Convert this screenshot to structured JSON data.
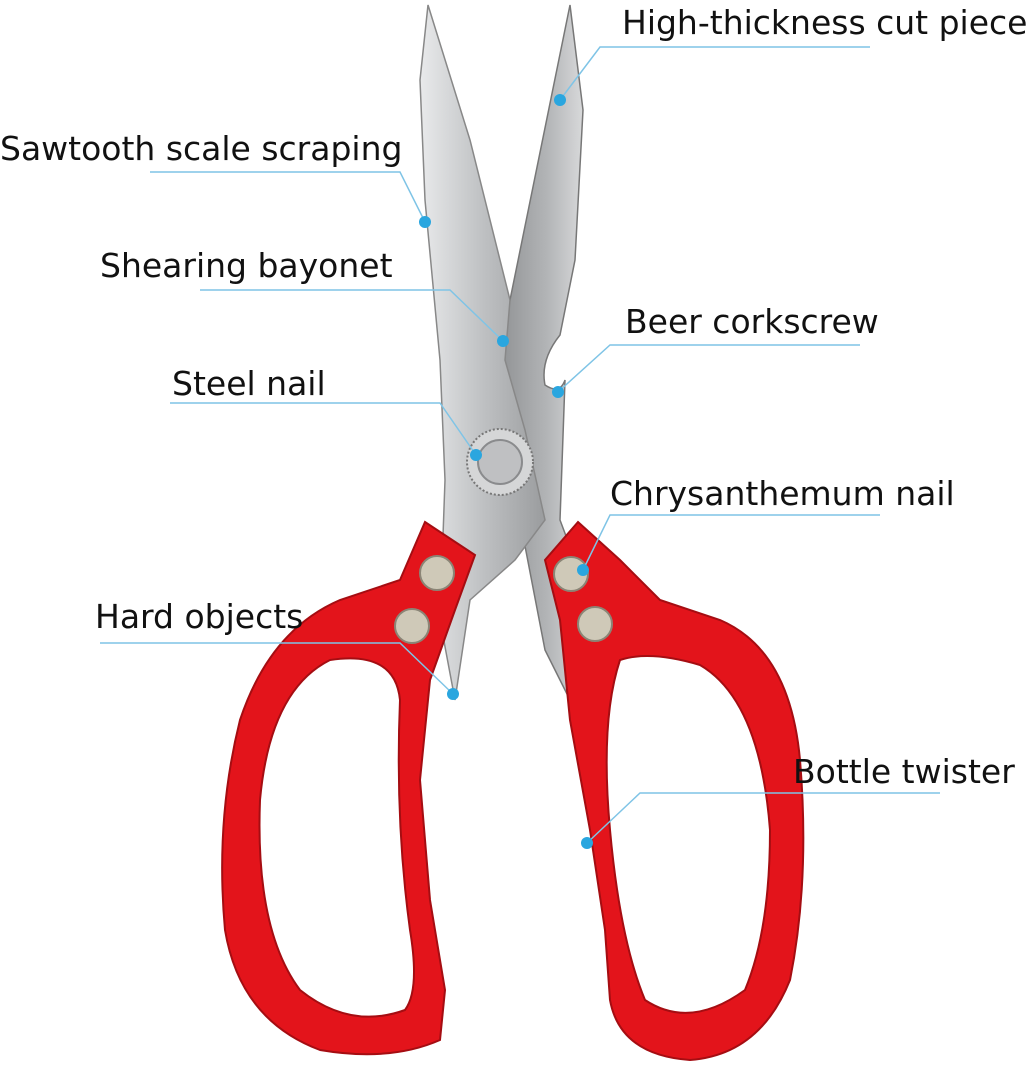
{
  "colors": {
    "handle": "#e3141b",
    "blade": "#c9cbcd",
    "dot": "#2aa6df",
    "leader": "#7fc4e6"
  },
  "labels": [
    {
      "id": "high-thickness",
      "text": "High-thickness cut piece"
    },
    {
      "id": "sawtooth",
      "text": "Sawtooth scale scraping"
    },
    {
      "id": "shearing-bayonet",
      "text": "Shearing bayonet"
    },
    {
      "id": "beer-corkscrew",
      "text": "Beer corkscrew"
    },
    {
      "id": "steel-nail",
      "text": "Steel nail"
    },
    {
      "id": "chrysanthemum-nail",
      "text": "Chrysanthemum nail"
    },
    {
      "id": "hard-objects",
      "text": "Hard objects"
    },
    {
      "id": "bottle-twister",
      "text": "Bottle twister"
    }
  ]
}
